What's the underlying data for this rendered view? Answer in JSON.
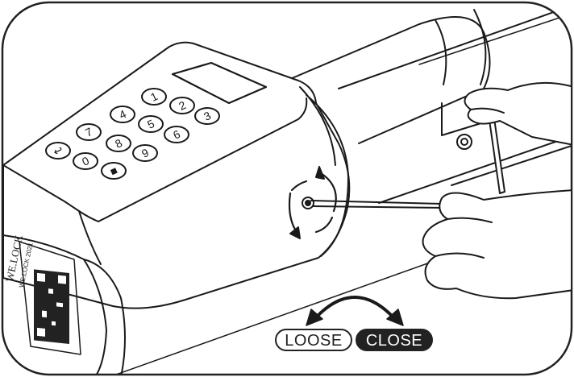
{
  "label": {
    "loose": "LOOSE",
    "close": "CLOSE",
    "brand": "WE.LOCK",
    "model": "WE.LOCK 2021"
  },
  "keypad": {
    "keys": [
      "1",
      "2",
      "3",
      "4",
      "5",
      "6",
      "7",
      "8",
      "9",
      "0",
      "↩",
      "■"
    ]
  }
}
